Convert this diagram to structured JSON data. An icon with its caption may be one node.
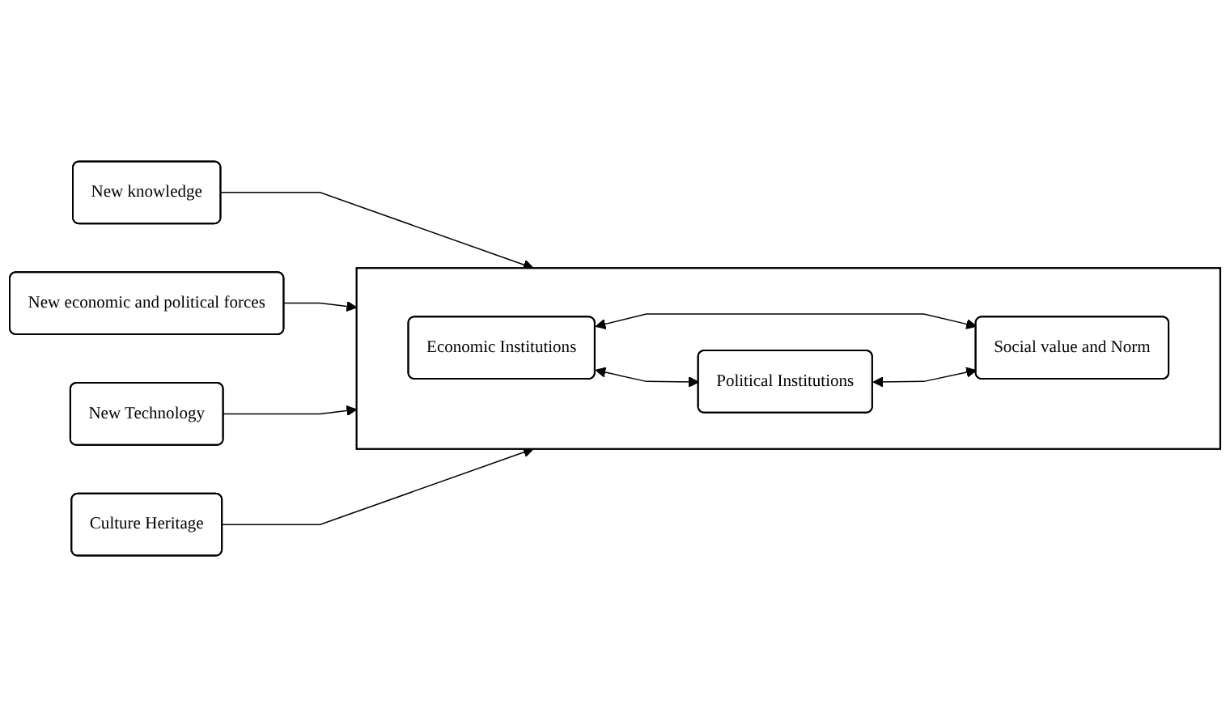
{
  "diagram": {
    "nodes": [
      {
        "text": [],
        "shape": "box"
      },
      {
        "text": [
          "New knowledge"
        ]
      },
      {
        "text": [
          "Economic Institutions"
        ],
        "in": 0
      },
      {
        "text": [
          "Social value and Norm"
        ],
        "in": 0
      },
      {
        "text": [
          "Political Institutions"
        ],
        "in": 0
      },
      {
        "text": [
          "New economic and political forces"
        ]
      },
      {
        "text": [
          "New Technology"
        ]
      },
      {
        "text": [
          "Culture Heritage"
        ]
      }
    ],
    "edges": [
      {
        "from": 1,
        "to": 0,
        "arrow": "to"
      },
      {
        "from": 5,
        "to": 0,
        "arrow": "to"
      },
      {
        "from": 6,
        "to": 0,
        "arrow": "to"
      },
      {
        "from": 7,
        "to": 0,
        "arrow": "to"
      },
      {
        "from": 2,
        "to": 3,
        "arrow": "both"
      },
      {
        "from": 2,
        "to": 4,
        "arrow": "both"
      },
      {
        "from": 4,
        "to": 3,
        "arrow": "both"
      }
    ]
  }
}
